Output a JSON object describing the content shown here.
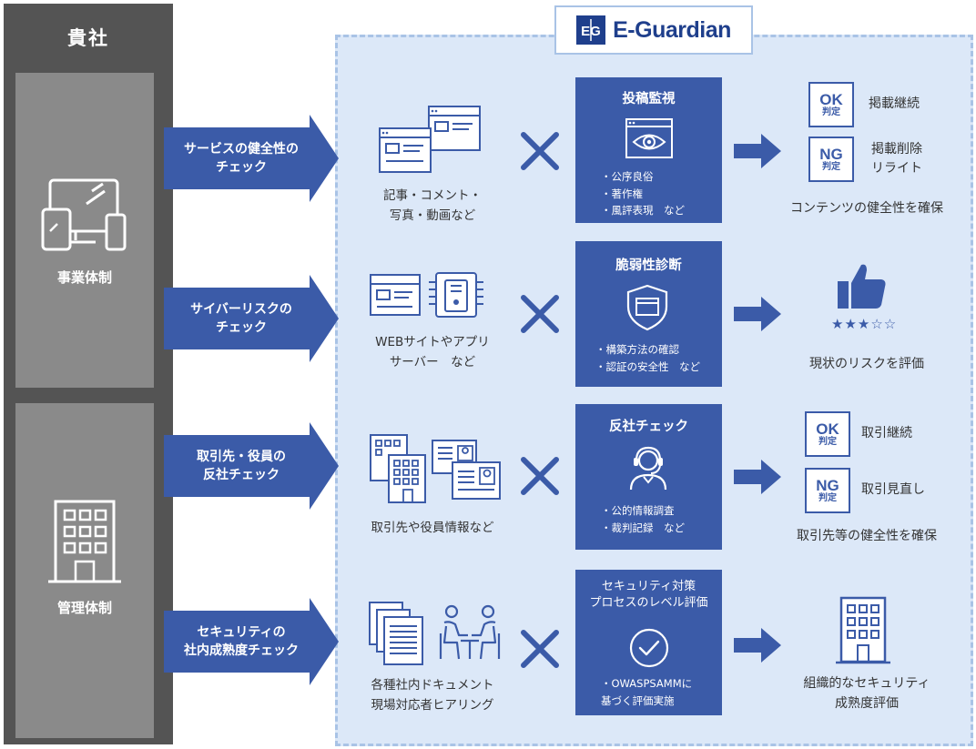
{
  "client": {
    "title": "貴社",
    "business": "事業体制",
    "management": "管理体制"
  },
  "brand": {
    "name": "E-Guardian",
    "icon": "eg-logo-icon"
  },
  "rows": [
    {
      "check": [
        "サービスの健全性の",
        "チェック"
      ],
      "targets": [
        "記事・コメント・",
        "写真・動画など"
      ],
      "service": {
        "title": [
          "投稿監視"
        ],
        "items": [
          "・公序良俗",
          "・著作権",
          "・風評表現　など"
        ]
      },
      "results": {
        "ok": {
          "main": "OK",
          "sub": "判定",
          "text": "掲載継続"
        },
        "ng": {
          "main": "NG",
          "sub": "判定",
          "text": [
            "掲載削除",
            "リライト"
          ]
        },
        "caption": [
          "コンテンツの健全性を確保"
        ]
      }
    },
    {
      "check": [
        "サイバーリスクの",
        "チェック"
      ],
      "targets": [
        "WEBサイトやアプリ",
        "サーバー　など"
      ],
      "service": {
        "title": [
          "脆弱性診断"
        ],
        "items": [
          "・構築方法の確認",
          "・認証の安全性　など"
        ]
      },
      "results": {
        "stars": "★★★☆☆",
        "rating": 3,
        "caption": [
          "現状のリスクを評価"
        ]
      }
    },
    {
      "check": [
        "取引先・役員の",
        "反社チェック"
      ],
      "targets": [
        "取引先や役員情報など"
      ],
      "service": {
        "title": [
          "反社チェック"
        ],
        "items": [
          "・公的情報調査",
          "・裁判記録　など"
        ]
      },
      "results": {
        "ok": {
          "main": "OK",
          "sub": "判定",
          "text": "取引継続"
        },
        "ng": {
          "main": "NG",
          "sub": "判定",
          "text": [
            "取引見直し"
          ]
        },
        "caption": [
          "取引先等の健全性を確保"
        ]
      }
    },
    {
      "check": [
        "セキュリティの",
        "社内成熟度チェック"
      ],
      "targets": [
        "各種社内ドキュメント",
        "現場対応者ヒアリング"
      ],
      "service": {
        "title": [
          "セキュリティ対策",
          "プロセスのレベル評価"
        ],
        "items": [
          "・OWASPSAMMに",
          "基づく評価実施"
        ]
      },
      "results": {
        "caption": [
          "組織的なセキュリティ",
          "成熟度評価"
        ]
      }
    }
  ],
  "colors": {
    "accent": "#3b5ba8",
    "panel": "#dce8f8",
    "client": "#545454",
    "clientBox": "#8a8a8a"
  }
}
